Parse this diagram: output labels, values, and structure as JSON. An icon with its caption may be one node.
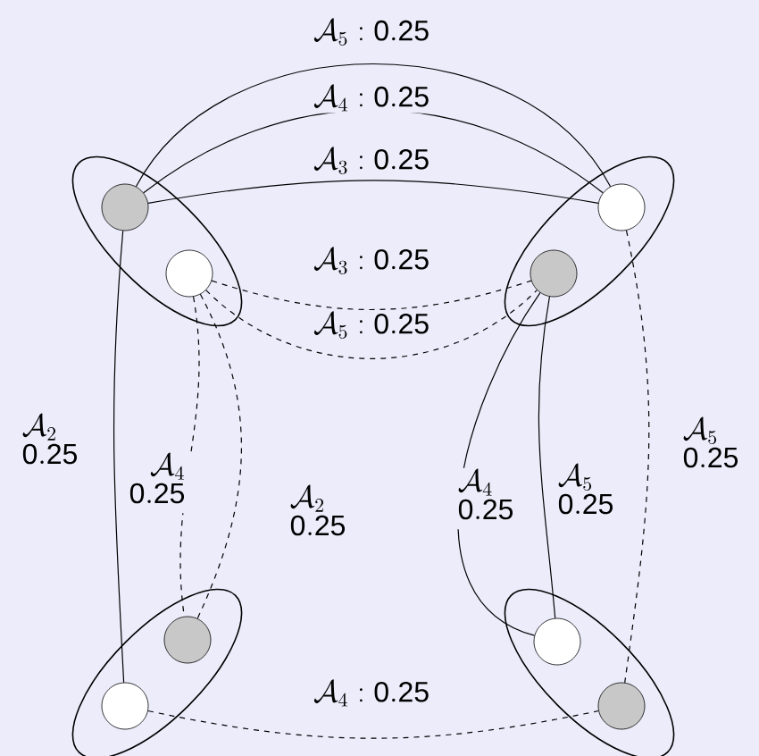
{
  "diagram": {
    "nodes": [
      {
        "text": [],
        "shape": "ellipse"
      },
      {
        "text": [],
        "shape": "circle",
        "in": 0
      },
      {
        "text": [],
        "shape": "circle",
        "in": 0
      },
      {
        "text": [],
        "shape": "ellipse"
      },
      {
        "text": [],
        "shape": "circle",
        "in": 3
      },
      {
        "text": [],
        "shape": "circle",
        "in": 3
      },
      {
        "text": [],
        "shape": "ellipse"
      },
      {
        "text": [],
        "shape": "circle",
        "in": 6
      },
      {
        "text": [],
        "shape": "circle",
        "in": 6
      },
      {
        "text": [],
        "shape": "ellipse"
      },
      {
        "text": [],
        "shape": "circle",
        "in": 9
      },
      {
        "text": [],
        "shape": "circle",
        "in": 9
      }
    ],
    "edges": [
      {
        "from": 1,
        "to": 4,
        "arrow": "none",
        "label": "\\mathcal{A}_5 : \\mathsf{0.25}"
      },
      {
        "from": 1,
        "to": 4,
        "arrow": "none",
        "label": "\\mathcal{A}_4 : \\mathsf{0.25}"
      },
      {
        "from": 1,
        "to": 4,
        "arrow": "none",
        "label": "\\mathcal{A}_3 : \\mathsf{0.25}"
      },
      {
        "from": 2,
        "to": 5,
        "arrow": "none",
        "style": "dashed",
        "label": "\\mathcal{A}_3 : \\mathsf{0.25}"
      },
      {
        "from": 2,
        "to": 5,
        "arrow": "none",
        "style": "dashed",
        "label": "\\mathcal{A}_5 : \\mathsf{0.25}"
      },
      {
        "from": 1,
        "to": 8,
        "arrow": "none",
        "label": "\\begin{array}{l}\\mathcal{A}_2\\\\ \\mathsf{0.25}\\end{array}"
      },
      {
        "from": 2,
        "to": 7,
        "arrow": "none",
        "style": "dashed",
        "label": "\\begin{array}{r}\\mathcal{A}_4\\\\ \\mathsf{0.25}\\end{array}"
      },
      {
        "from": 2,
        "to": 7,
        "arrow": "none",
        "style": "dashed",
        "label": "\\begin{array}{l}\\mathcal{A}_2\\\\ \\mathsf{0.25}\\end{array}"
      },
      {
        "from": 5,
        "to": 10,
        "arrow": "none",
        "label": "\\begin{array}{l}\\mathcal{A}_4\\\\ \\mathsf{0.25}\\end{array}"
      },
      {
        "from": 5,
        "to": 10,
        "arrow": "none",
        "label": "\\begin{array}{l}\\mathcal{A}_5\\\\ \\mathsf{0.25}\\end{array}"
      },
      {
        "from": 4,
        "to": 11,
        "arrow": "none",
        "style": "dashed",
        "label": "\\begin{array}{l}\\mathcal{A}_5\\\\ \\mathsf{0.25}\\end{array}"
      },
      {
        "from": 8,
        "to": 11,
        "arrow": "none",
        "style": "dashed",
        "label": "\\mathcal{A}_4 : \\mathsf{0.25}"
      }
    ]
  }
}
